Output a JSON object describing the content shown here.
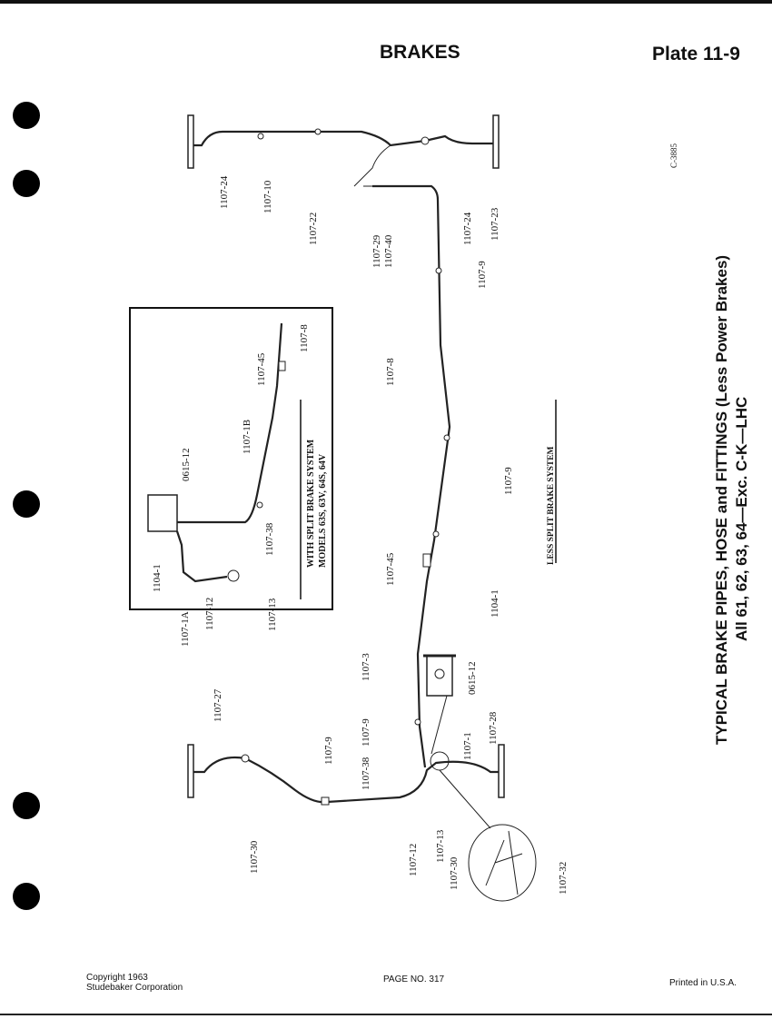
{
  "header": {
    "section": "BRAKES",
    "plate": "Plate 11-9"
  },
  "footer": {
    "copyright_line1": "Copyright 1963",
    "copyright_line2": "Studebaker Corporation",
    "page": "PAGE NO. 317",
    "printed": "Printed in U.S.A."
  },
  "drawing_number": "C-3885",
  "title": {
    "line1": "TYPICAL BRAKE PIPES, HOSE and FITTINGS (Less Power Brakes)",
    "line2": "All 61, 62, 63, 64—Exc. C-K—LHC"
  },
  "main_caption": "LESS SPLIT BRAKE SYSTEM",
  "inset": {
    "caption_line1": "WITH SPLIT BRAKE SYSTEM",
    "caption_line2": "MODELS 63S, 63V, 64S, 64V",
    "labels": [
      "1104-1",
      "1107-1A",
      "1107-12",
      "1107-13",
      "1107-38",
      "0615-12",
      "1107-1B",
      "1107-45",
      "1107-8"
    ]
  },
  "rear_labels": [
    "1107-24",
    "1107-10",
    "1107-22",
    "1107-29",
    "1107-40",
    "1107-24",
    "1107-23",
    "1107-9"
  ],
  "main_labels": [
    "1107-8",
    "1107-9",
    "1107-45",
    "1104-1",
    "0615-12",
    "1107-3",
    "1107-28",
    "1107-1",
    "1107-9",
    "1107-27",
    "1107-9",
    "1107-38",
    "1107-30",
    "1107-12",
    "1107-13",
    "1107-30",
    "1107-32"
  ]
}
